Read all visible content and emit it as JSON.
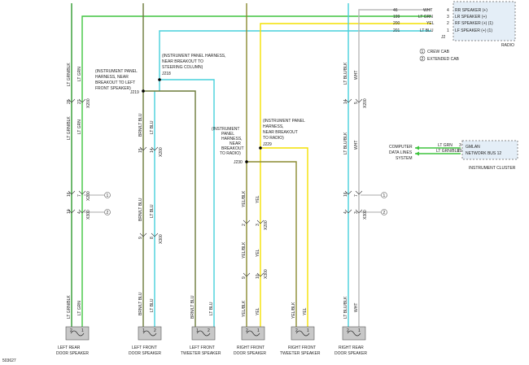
{
  "figure_id": "503627",
  "colors": {
    "lt_grn": "#3ec43e",
    "lt_blu": "#46d0dc",
    "yel": "#f4e000",
    "brn": "#6b7a3a",
    "yel_blk": "#8a8a30",
    "wire_dark": "#444444",
    "connector_fill": "#c8c8c8"
  },
  "radio": {
    "label": "RADIO",
    "pins": [
      {
        "pin": "4",
        "circuit": "46",
        "wire": "WHT",
        "name": "RR SPEAKER (+)"
      },
      {
        "pin": "3",
        "circuit": "199",
        "wire": "LT GRN",
        "name": "LR SPEAKER (+)"
      },
      {
        "pin": "2",
        "circuit": "200",
        "wire": "YEL",
        "name": "RF SPEAKER (+) (1)"
      },
      {
        "pin": "1",
        "circuit": "201",
        "wire": "LT BLU",
        "name": "LF SPEAKER (+) (1)"
      }
    ],
    "connector": "J2"
  },
  "legend": [
    {
      "num": "1",
      "text": "CREW CAB"
    },
    {
      "num": "2",
      "text": "EXTENDED CAB"
    }
  ],
  "breakouts": [
    {
      "id": "J218",
      "lines": [
        "(INSTRUMENT PANEL HARNESS,",
        "NEAR BREAKOUT TO",
        "STEERING COLUMN)"
      ],
      "connector": "J218"
    },
    {
      "id": "J219",
      "lines": [
        "(INSTRUMENT PANEL",
        "HARNESS, NEAR",
        "BREAKOUT TO LEFT",
        "FRONT SPEAKER)"
      ],
      "connector": "J219"
    },
    {
      "id": "J229",
      "lines": [
        "(INSTRUMENT PANEL",
        "HARNESS,",
        "NEAR BREAKOUT",
        "TO RADIO)"
      ],
      "connector": "J229"
    },
    {
      "id": "J230",
      "lines": [
        "(INSTRUMENT",
        "PANEL",
        "HARNESS,",
        "NEAR",
        "BREAKOUT",
        "TO RADIO)"
      ],
      "connector": "J230"
    }
  ],
  "cluster": {
    "system_label": [
      "COMPUTER",
      "DATA LINES",
      "SYSTEM"
    ],
    "pin_a": {
      "wire": "LT GRN",
      "pin": "3",
      "name": "GMLAN"
    },
    "pin_b": {
      "wire": "LT GRN/BLK",
      "pin": "20",
      "name": "NETWORK BUS 12"
    },
    "label": "INSTRUMENT CLUSTER"
  },
  "wire_labels": {
    "lr_left_top": "LT GRN/BLK",
    "lr_right_top": "LT GRN",
    "lr_left_mid": "LT GRN/BLK",
    "lr_right_mid": "LT GRN",
    "lr_circ_a": "28",
    "lr_circ_b": "27",
    "lr_conn": "X200",
    "lr_pin_a": "16",
    "lr_pin_b": "7",
    "lr_pin_c": "10",
    "lr_pin_d": "4",
    "lr_conn2": "X200",
    "lr_conn3": "X300",
    "lr_bot_left": "LT GRN/BLK",
    "lr_bot_right": "LT GRN",
    "lf_left_mid": "BRN/LT BLU",
    "lf_right_mid": "LT BLU",
    "lf_pin_a": "15",
    "lf_pin_b": "14",
    "lf_conn": "X200",
    "lf_left_low": "BRN/LT BLU",
    "lf_right_low": "LT BLU",
    "lf_pin_c": "9",
    "lf_pin_d": "8",
    "lf_conn2": "X300",
    "lf_bot_left": "BRN/LT BLU",
    "lf_bot_right": "LT BLU",
    "lft_bot_left": "BRN/LT BLU",
    "lft_bot_right": "LT BLU",
    "rf_left_mid": "YEL/BLK",
    "rf_right_mid": "YEL",
    "rf_pin_a": "2",
    "rf_pin_b": "3",
    "rf_conn": "X200",
    "rf_left_low": "YEL/BLK",
    "rf_right_low": "YEL",
    "rf_pin_c": "9",
    "rf_pin_d": "10",
    "rf_conn2": "X300",
    "rf_bot_left": "YEL/BLK",
    "rf_bot_right": "YEL",
    "rft_bot_left": "YEL/BLK",
    "rft_bot_right": "YEL",
    "rr_left_top": "LT BLU/BLK",
    "rr_right_top": "WHT",
    "rr_circ_a": "14",
    "rr_circ_b": "5",
    "rr_conn": "X200",
    "rr_left_mid": "LT BLU/BLK",
    "rr_right_mid": "WHT",
    "rr_pin_a": "16",
    "rr_pin_b": "7",
    "rr_pin_c": "4",
    "rr_pin_d": "3",
    "rr_conn2": "X300",
    "rr_bot_left": "LT BLU/BLK",
    "rr_bot_right": "WHT"
  },
  "speakers": [
    {
      "id": "left-rear",
      "line1": "LEFT REAR",
      "line2": "DOOR SPEAKER",
      "pin1": "2",
      "pin2": "1"
    },
    {
      "id": "left-front",
      "line1": "LEFT FRONT",
      "line2": "DOOR SPEAKER",
      "pin1": "1",
      "pin2": "2"
    },
    {
      "id": "left-front-tweeter",
      "line1": "LEFT FRONT",
      "line2": "TWEETER SPEAKER",
      "pin1": "1",
      "pin2": "2"
    },
    {
      "id": "right-front",
      "line1": "RIGHT FRONT",
      "line2": "DOOR SPEAKER",
      "pin1": "2",
      "pin2": "1"
    },
    {
      "id": "right-front-tweeter",
      "line1": "RIGHT FRONT",
      "line2": "TWEETER SPEAKER",
      "pin1": "2",
      "pin2": "1"
    },
    {
      "id": "right-rear",
      "line1": "RIGHT REAR",
      "line2": "DOOR SPEAKER",
      "pin1": "2",
      "pin2": "1"
    }
  ]
}
